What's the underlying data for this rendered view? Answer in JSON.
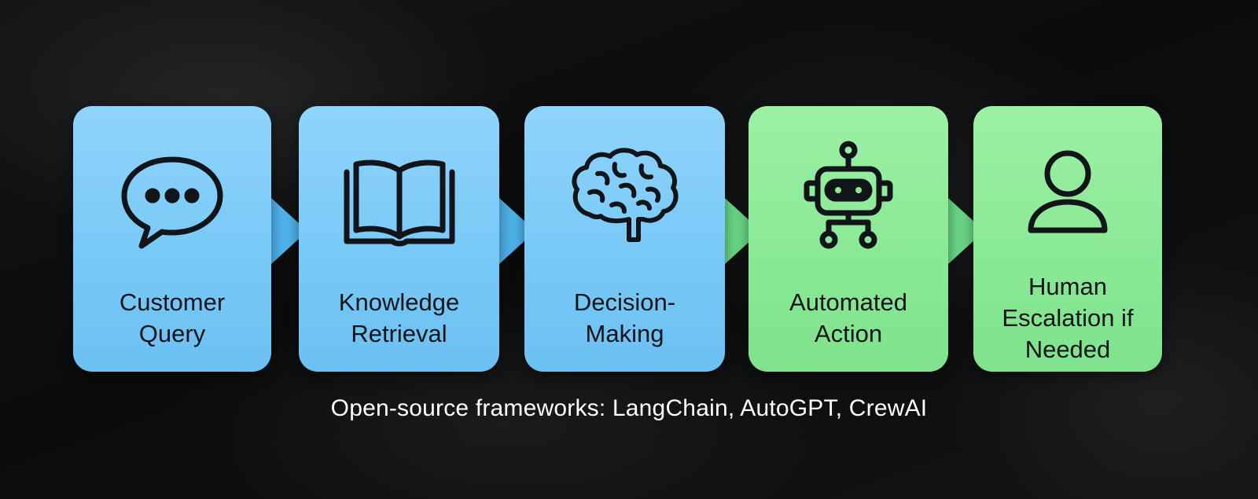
{
  "steps": [
    {
      "label": "Customer\nQuery",
      "icon": "chat-bubble-icon",
      "color": "#7fcbf6"
    },
    {
      "label": "Knowledge\nRetrieval",
      "icon": "open-book-icon",
      "color": "#7fcbf6"
    },
    {
      "label": "Decision-\nMaking",
      "icon": "brain-icon",
      "color": "#7fcbf6"
    },
    {
      "label": "Automated\nAction",
      "icon": "robot-icon",
      "color": "#8ae996"
    },
    {
      "label": "Human\nEscalation if\nNeeded",
      "icon": "person-icon",
      "color": "#8ae996"
    }
  ],
  "caption": "Open-source frameworks: LangChain, AutoGPT, CrewAI",
  "colors": {
    "blue_box": "#7fcbf6",
    "green_box": "#8ae996",
    "blue_arrow": "#4fb4ec",
    "green_arrow": "#6ad887",
    "icon_stroke": "#111418"
  }
}
